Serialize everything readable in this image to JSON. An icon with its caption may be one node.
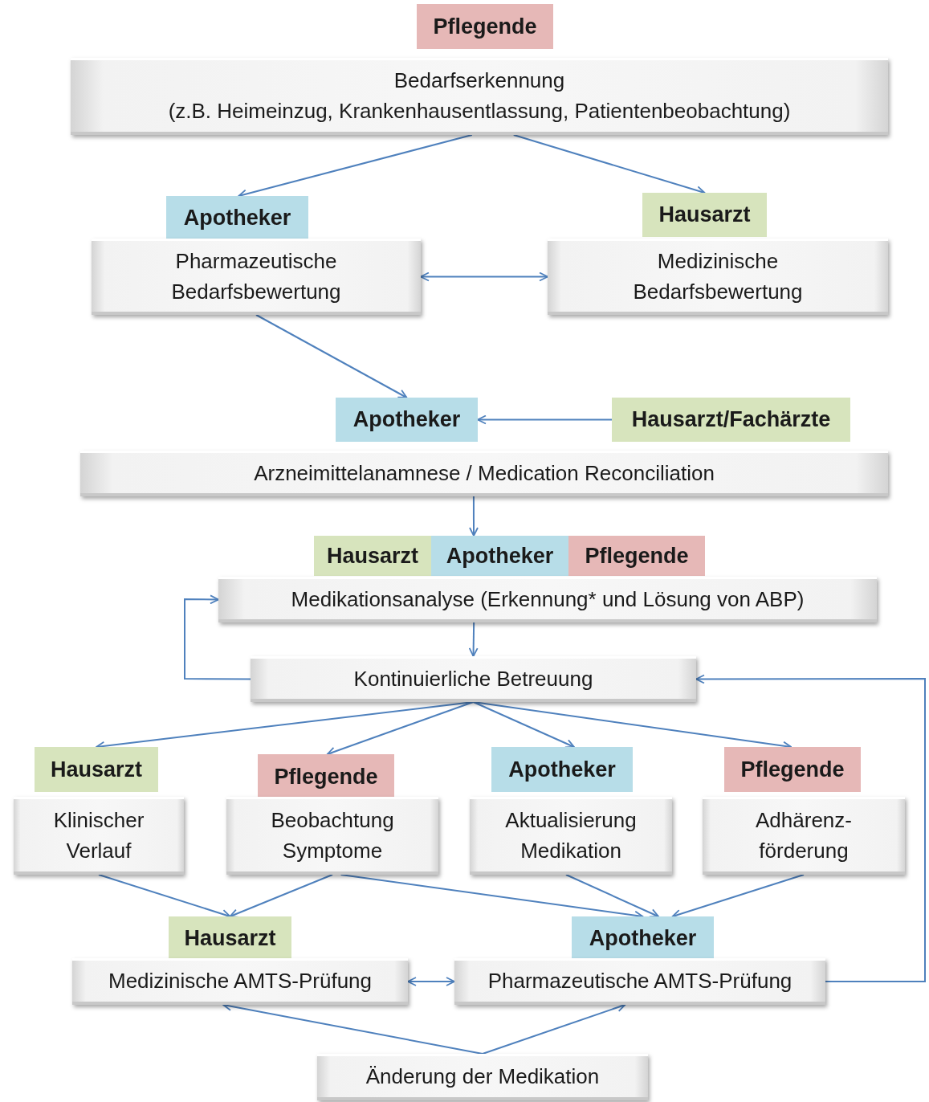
{
  "diagram": {
    "nodes": [
      {
        "text": [
          "Pflegende"
        ]
      },
      {
        "text": [
          "Bedarfserkennung",
          "(z.B. Heimeinzug, Krankenhausentlassung, Patientenbeobachtung)"
        ]
      },
      {
        "text": [
          "Apotheker"
        ]
      },
      {
        "text": [
          "Pharmazeutische Bedarfsbewertung"
        ]
      },
      {
        "text": [
          "Hausarzt"
        ]
      },
      {
        "text": [
          "Medizinische Bedarfsbewertung"
        ]
      },
      {
        "text": [
          "Apotheker"
        ]
      },
      {
        "text": [
          "Hausarzt/Fachärzte"
        ]
      },
      {
        "text": [
          "Arzneimittelanamnese / Medication Reconciliation"
        ]
      },
      {
        "text": [
          "Hausarzt"
        ]
      },
      {
        "text": [
          "Apotheker"
        ]
      },
      {
        "text": [
          "Pflegende"
        ]
      },
      {
        "text": [
          "Medikationsanalyse (Erkennung* und Lösung von ABP)"
        ]
      },
      {
        "text": [
          "Kontinuierliche Betreuung"
        ]
      },
      {
        "text": [
          "Hausarzt"
        ]
      },
      {
        "text": [
          "Klinischer Verlauf"
        ]
      },
      {
        "text": [
          "Pflegende"
        ]
      },
      {
        "text": [
          "Beobachtung Symptome"
        ]
      },
      {
        "text": [
          "Apotheker"
        ]
      },
      {
        "text": [
          "Aktualisierung Medikation"
        ]
      },
      {
        "text": [
          "Pflegende"
        ]
      },
      {
        "text": [
          "Adhärenz-förderung"
        ]
      },
      {
        "text": [
          "Hausarzt"
        ]
      },
      {
        "text": [
          "Medizinische AMTS-Prüfung"
        ]
      },
      {
        "text": [
          "Apotheker"
        ]
      },
      {
        "text": [
          "Pharmazeutische AMTS-Prüfung"
        ]
      },
      {
        "text": [
          "Änderung der Medikation"
        ]
      }
    ],
    "edges": [
      {
        "from": 1,
        "to": 2,
        "arrow": "to"
      },
      {
        "from": 1,
        "to": 4,
        "arrow": "to"
      },
      {
        "from": 3,
        "to": 5,
        "arrow": "both"
      },
      {
        "from": 3,
        "to": 6,
        "arrow": "to"
      },
      {
        "from": 7,
        "to": 6,
        "arrow": "to"
      },
      {
        "from": 8,
        "to": 10,
        "arrow": "to"
      },
      {
        "from": 12,
        "to": 13,
        "arrow": "to"
      },
      {
        "from": 13,
        "to": 12,
        "arrow": "to"
      },
      {
        "from": 13,
        "to": 14,
        "arrow": "to"
      },
      {
        "from": 13,
        "to": 16,
        "arrow": "to"
      },
      {
        "from": 13,
        "to": 18,
        "arrow": "to"
      },
      {
        "from": 13,
        "to": 20,
        "arrow": "to"
      },
      {
        "from": 15,
        "to": 22,
        "arrow": "to"
      },
      {
        "from": 17,
        "to": 22,
        "arrow": "to"
      },
      {
        "from": 17,
        "to": 24,
        "arrow": "to"
      },
      {
        "from": 19,
        "to": 24,
        "arrow": "to"
      },
      {
        "from": 21,
        "to": 24,
        "arrow": "to"
      },
      {
        "from": 23,
        "to": 25,
        "arrow": "both"
      },
      {
        "from": 25,
        "to": 13,
        "arrow": "to"
      },
      {
        "from": 26,
        "to": 23,
        "arrow": "to"
      },
      {
        "from": 26,
        "to": 25,
        "arrow": "to"
      }
    ]
  }
}
